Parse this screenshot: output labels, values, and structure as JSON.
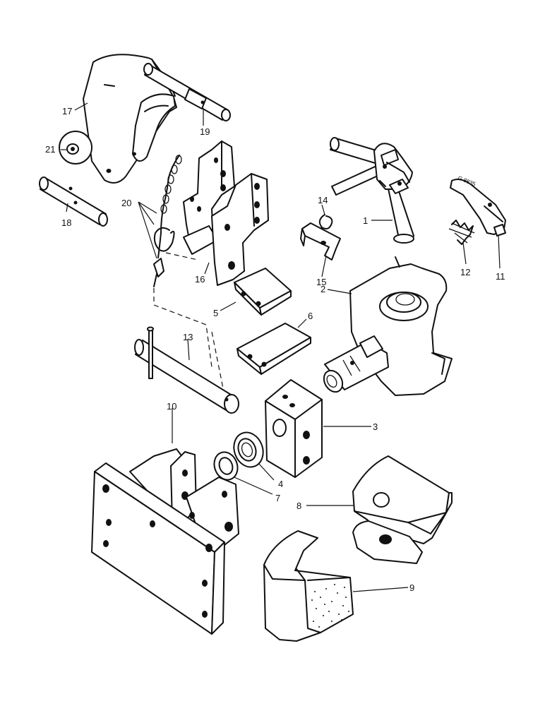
{
  "diagram": {
    "drawing_code": "G 8835",
    "callouts": [
      {
        "id": "1",
        "part": "coupling-pin-with-handle"
      },
      {
        "id": "2",
        "part": "swivel-jaw-housing"
      },
      {
        "id": "3",
        "part": "pivot-block"
      },
      {
        "id": "4",
        "part": "thrust-washer"
      },
      {
        "id": "5",
        "part": "small-plate"
      },
      {
        "id": "6",
        "part": "large-plate"
      },
      {
        "id": "7",
        "part": "small-washer"
      },
      {
        "id": "8",
        "part": "clevis-bracket"
      },
      {
        "id": "9",
        "part": "hook-block"
      },
      {
        "id": "10",
        "part": "mounting-plate"
      },
      {
        "id": "11",
        "part": "lever"
      },
      {
        "id": "12",
        "part": "spring"
      },
      {
        "id": "13",
        "part": "cross-pin"
      },
      {
        "id": "14",
        "part": "spring-clip"
      },
      {
        "id": "15",
        "part": "retainer-plate"
      },
      {
        "id": "16",
        "part": "height-adjustment-bracket"
      },
      {
        "id": "17",
        "part": "drawbar-jaw"
      },
      {
        "id": "18",
        "part": "pin"
      },
      {
        "id": "19",
        "part": "pin"
      },
      {
        "id": "20",
        "part": "linch-pin-and-chain"
      },
      {
        "id": "21",
        "part": "washer"
      }
    ]
  }
}
